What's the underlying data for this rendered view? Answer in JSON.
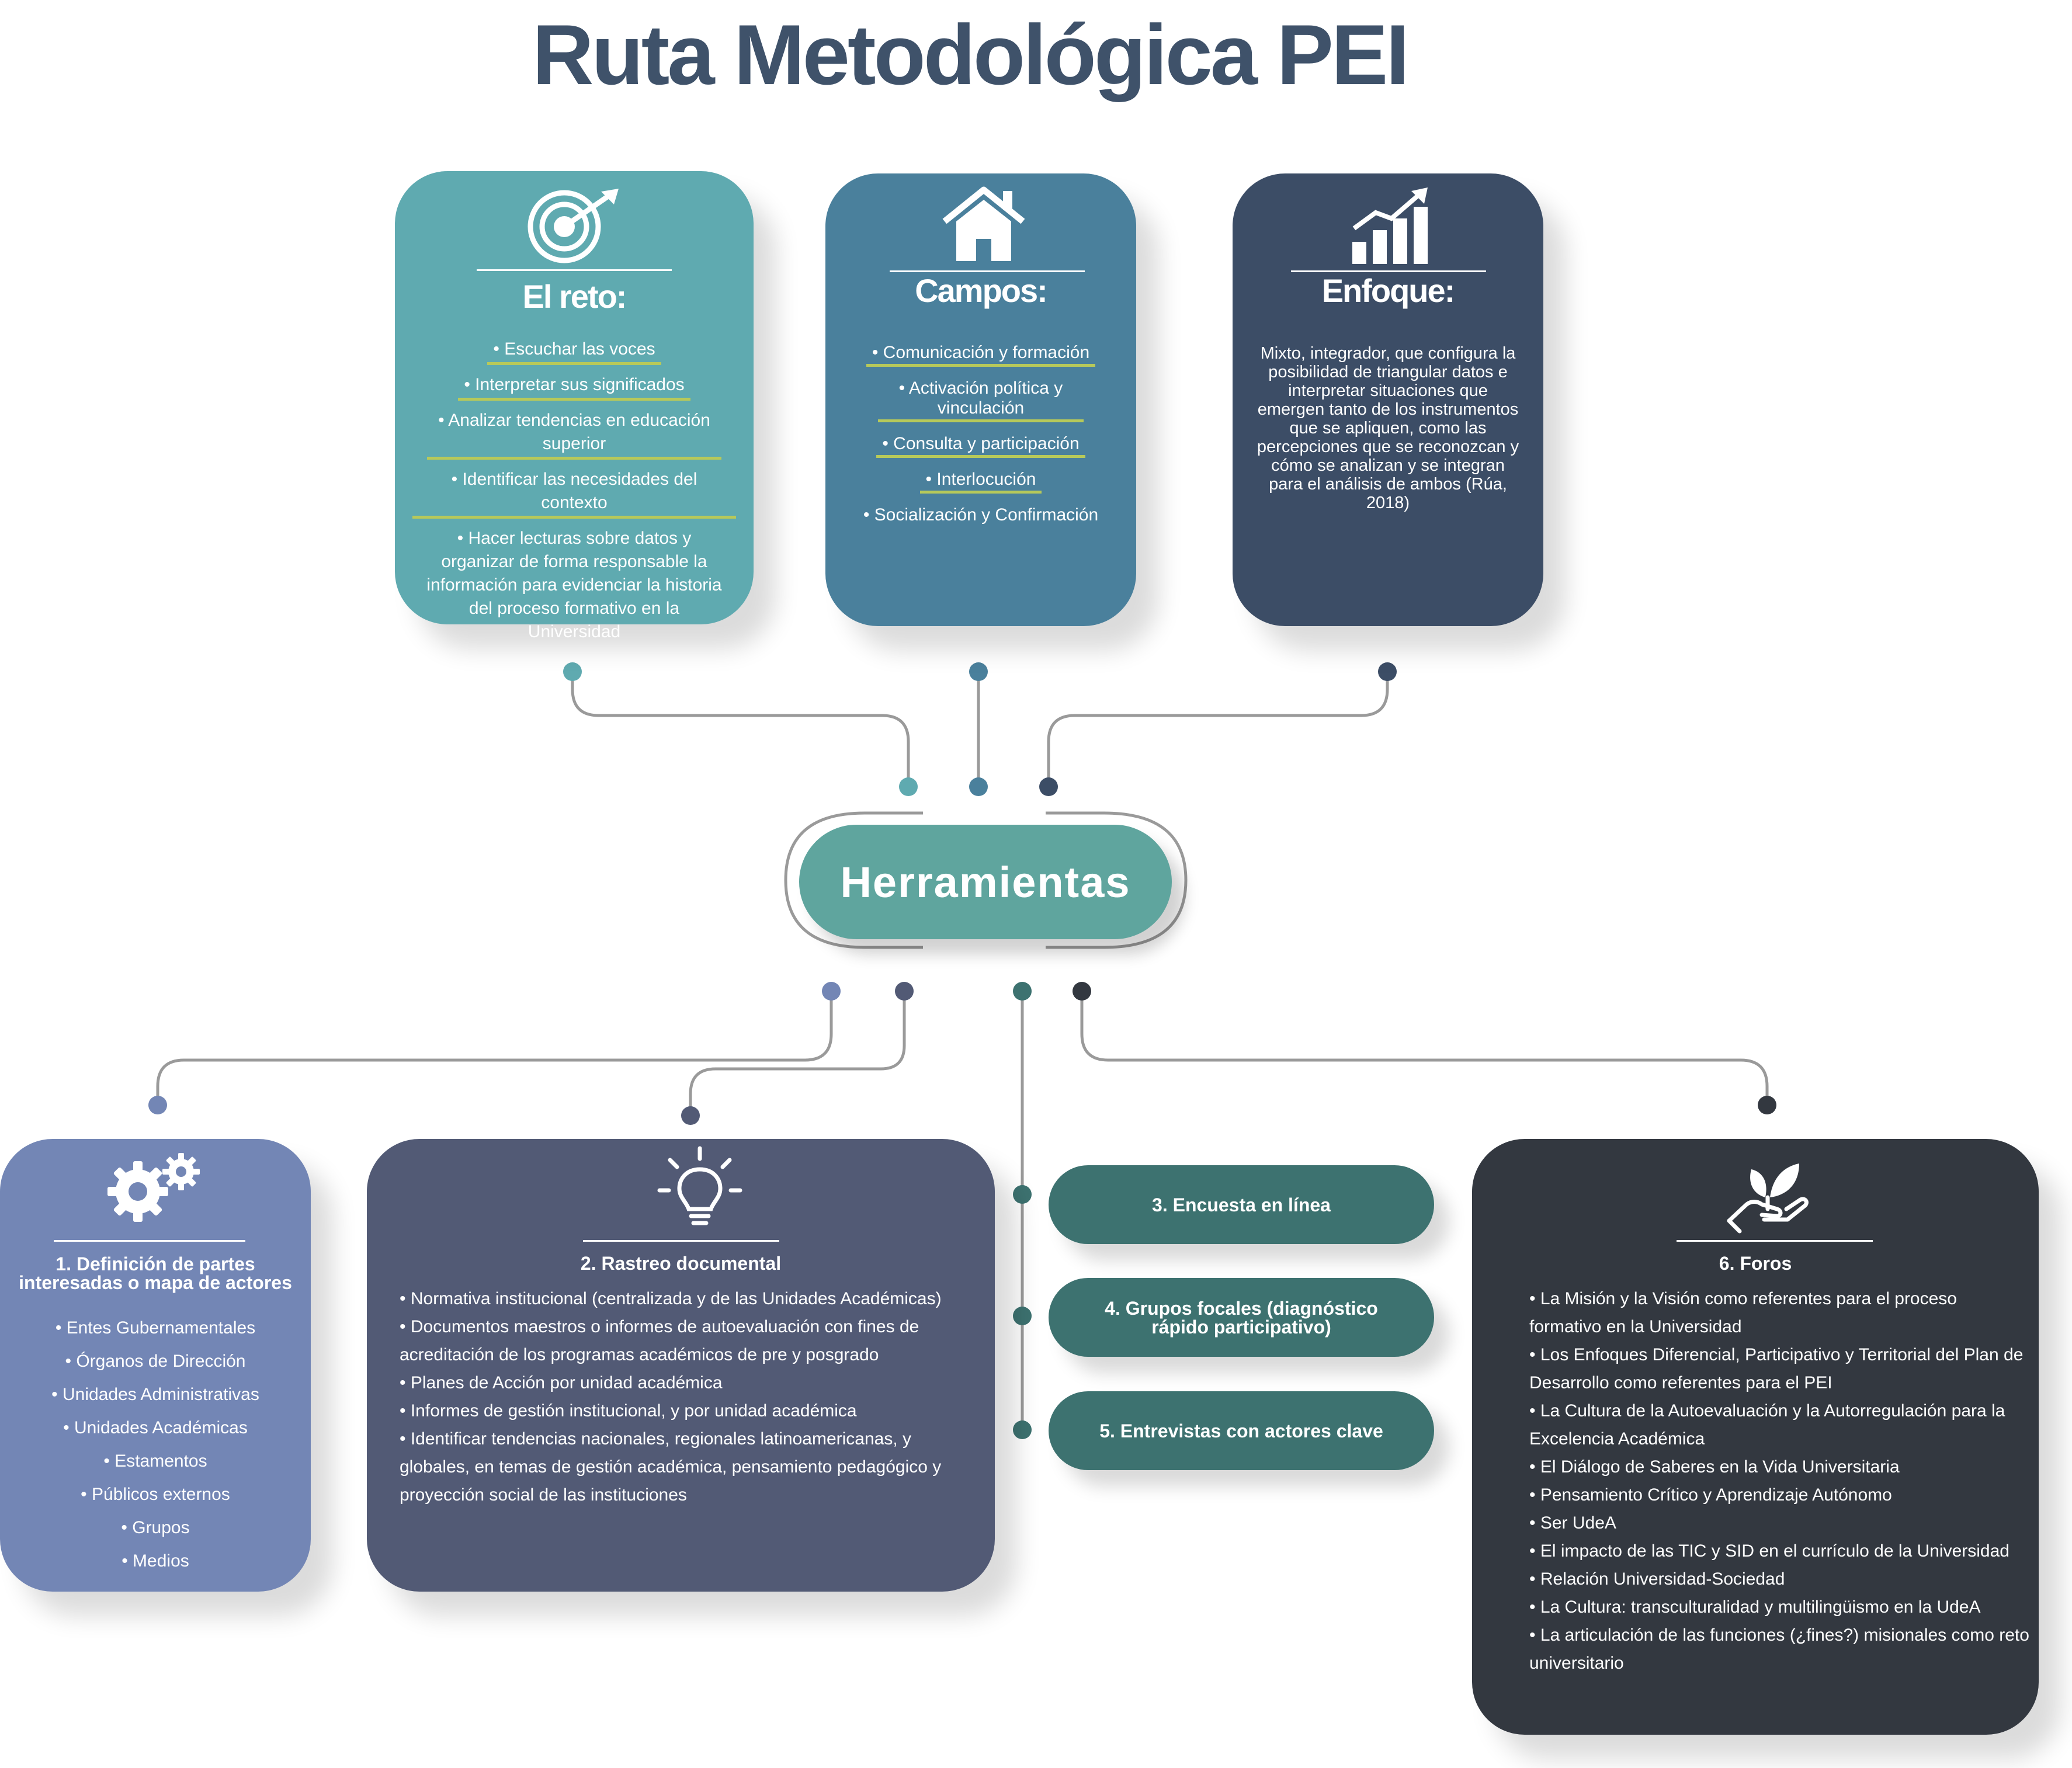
{
  "title": "Ruta Metodológica PEI",
  "colors": {
    "title": "#3f526a",
    "reto": "#5faab0",
    "campos": "#4a809c",
    "enfoque": "#3c4d66",
    "herramientas": "#5fa59e",
    "actores": "#7386b5",
    "rastreo": "#525a75",
    "pill": "#3d7270",
    "foros": "#333840",
    "accent_underline": "#b7c95a"
  },
  "top_cards": {
    "reto": {
      "icon": "target-icon",
      "title": "El reto:",
      "items": [
        "• Escuchar las voces",
        "• Interpretar sus significados",
        "• Analizar tendencias en educación superior",
        "• Identificar las necesidades del contexto",
        "• Hacer lecturas sobre datos y organizar de forma responsable la información para evidenciar la historia del proceso formativo en la Universidad"
      ]
    },
    "campos": {
      "icon": "house-icon",
      "title": "Campos:",
      "items": [
        "• Comunicación y formación",
        "• Activación política y vinculación",
        "• Consulta y participación",
        "• Interlocución",
        "• Socialización y Confirmación"
      ]
    },
    "enfoque": {
      "icon": "growth-chart-icon",
      "title": "Enfoque:",
      "text": "Mixto, integrador, que configura la posibilidad de triangular datos e interpretar situaciones que emergen tanto de los instrumentos que se apliquen, como las percepciones que se reconozcan y cómo se analizan y se integran para el análisis de ambos (Rúa, 2018)"
    }
  },
  "hub": {
    "label": "Herramientas"
  },
  "bottom": {
    "actores": {
      "icon": "gears-icon",
      "title": "1. Definición de partes interesadas o mapa de actores",
      "items": [
        "• Entes Gubernamentales",
        "• Órganos de Dirección",
        "• Unidades Administrativas",
        "• Unidades Académicas",
        "• Estamentos",
        "• Públicos externos",
        "• Grupos",
        "• Medios"
      ]
    },
    "rastreo": {
      "icon": "lightbulb-icon",
      "title": "2. Rastreo documental",
      "items": [
        "• Normativa institucional (centralizada y de las Unidades Académicas)",
        "• Documentos maestros o informes de autoevaluación con fines de acreditación de los programas académicos de pre y posgrado",
        "• Planes de Acción por unidad académica",
        "• Informes de gestión institucional, y por unidad académica",
        "• Identificar tendencias nacionales, regionales latinoamericanas, y globales, en temas de gestión académica, pensamiento pedagógico y proyección social de las instituciones"
      ]
    },
    "pills": [
      "3. Encuesta en línea",
      "4. Grupos focales (diagnóstico rápido participativo)",
      "5. Entrevistas con actores clave"
    ],
    "foros": {
      "icon": "hand-plant-icon",
      "title": "6. Foros",
      "items": [
        "• La Misión y la Visión como referentes para el proceso formativo en la Universidad",
        "• Los Enfoques Diferencial, Participativo y Territorial del Plan de Desarrollo como referentes para el PEI",
        "• La Cultura de la Autoevaluación y la Autorregulación para la Excelencia Académica",
        "• El Diálogo de Saberes en la Vida Universitaria",
        "• Pensamiento Crítico  y Aprendizaje Autónomo",
        "• Ser UdeA",
        "• El impacto de las TIC y SID en el currículo de la Universidad",
        "• Relación Universidad-Sociedad",
        "• La Cultura: transculturalidad y multilingüismo en la UdeA",
        "• La articulación de las funciones (¿fines?) misionales como reto universitario"
      ]
    }
  }
}
